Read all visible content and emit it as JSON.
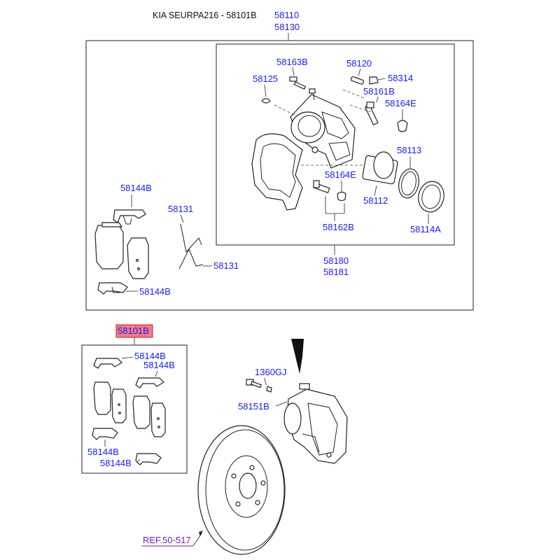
{
  "header": {
    "title": "KIA SEURPA216 - 58101B"
  },
  "labels": {
    "p58110": "58110",
    "p58130": "58130",
    "p58163b": "58163B",
    "p58120": "58120",
    "p58125": "58125",
    "p58314": "58314",
    "p58161b": "58161B",
    "p58164e_top": "58164E",
    "p58113": "58113",
    "p58164e_mid": "58164E",
    "p58112": "58112",
    "p58162b": "58162B",
    "p58114a": "58114A",
    "p58180": "58180",
    "p58181": "58181",
    "p58144b_a": "58144B",
    "p58131_a": "58131",
    "p58131_b": "58131",
    "p58144b_b": "58144B",
    "p58101b": "58101B",
    "p58144b_c": "58144B",
    "p58144b_d": "58144B",
    "p58144b_e": "58144B",
    "p58144b_f": "58144B",
    "p1360gj": "1360GJ",
    "p58151b": "58151B",
    "ref": "REF.50-517"
  },
  "colors": {
    "label": "#1a1aff",
    "highlight_fill": "#f47a85",
    "highlight_stroke": "#c0202e",
    "ref": "#7a1fb8"
  }
}
